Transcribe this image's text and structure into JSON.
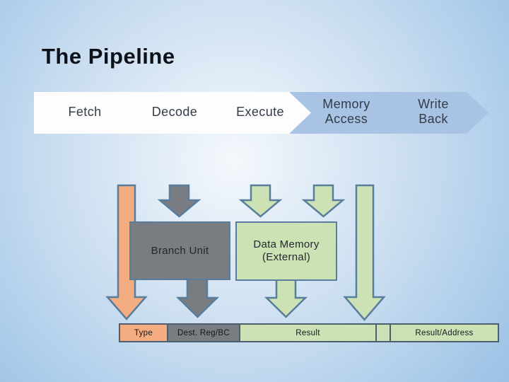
{
  "title": "The Pipeline",
  "pipeline_stages": [
    {
      "label": "Fetch"
    },
    {
      "label": "Decode"
    },
    {
      "label": "Execute"
    },
    {
      "label": "Memory Access"
    },
    {
      "label": "Write Back"
    }
  ],
  "blocks": {
    "branch_unit": {
      "label": "Branch Unit"
    },
    "data_memory": {
      "line1": "Data Memory",
      "line2": "(External)"
    }
  },
  "register_fields": [
    {
      "label": "Type"
    },
    {
      "label": "Dest. Reg/BC"
    },
    {
      "label": "Result"
    },
    {
      "label": ""
    },
    {
      "label": "Result/Address"
    }
  ],
  "arrows": {
    "stage_flow_down": [
      "fetch-down-arrow",
      "decode-down-arrow",
      "execute-down-arrow",
      "memory-access-down-arrow",
      "write-back-down-arrow"
    ],
    "block_outputs": [
      "branch-unit-down-arrow",
      "data-memory-down-arrow"
    ]
  },
  "colors": {
    "background_center": "#f4f8fc",
    "background_mid": "#c9ddf0",
    "background_edge": "#9ac1e6",
    "title_text": "#0f1119",
    "label_text": "#333c49",
    "block_text": "#23272e",
    "row_text": "#15181d",
    "border": "#587d9d",
    "row_border": "#4d5f6f",
    "white_stage": "#fdfdfe",
    "blue_stage": "#a8c3e3",
    "orange": "#f3ad80",
    "gray": "#797c80",
    "green": "#cce2b5"
  }
}
